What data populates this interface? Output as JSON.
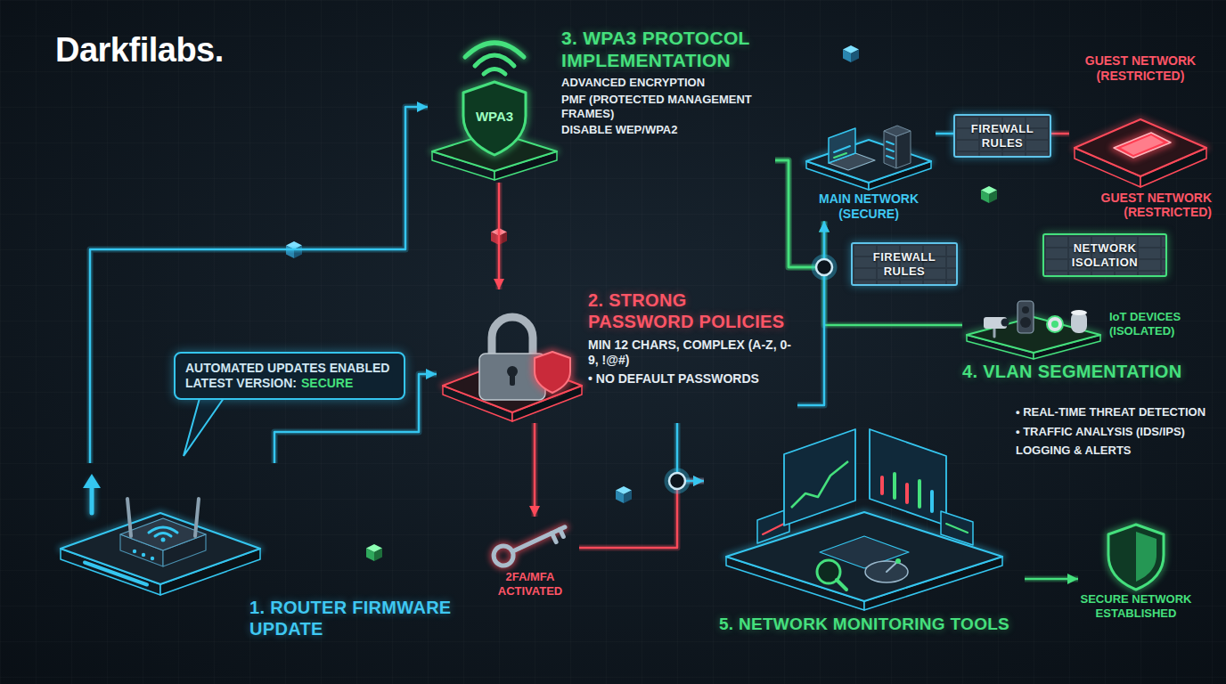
{
  "diagram": {
    "nodes": [
      {
        "text": [
          "1. ROUTER FIRMWARE UPDATE"
        ]
      },
      {
        "text": [
          "AUTOMATED UPDATES ENABLED",
          "LATEST VERSION:",
          "SECURE"
        ]
      },
      {
        "text": [
          "2. STRONG PASSWORD POLICIES",
          "MIN 12 CHARS, COMPLEX (A-Z, 0-9, !@#)",
          "• NO DEFAULT PASSWORDS"
        ]
      },
      {
        "text": [
          "2FA/MFA ACTIVATED"
        ]
      },
      {
        "text": [
          "WPA3",
          "3. WPA3 PROTOCOL IMPLEMENTATION",
          "ADVANCED ENCRYPTION",
          "PMF (PROTECTED MANAGEMENT FRAMES)",
          "DISABLE WEP/WPA2"
        ]
      },
      {
        "text": [
          "MAIN NETWORK (SECURE)"
        ]
      },
      {
        "text": [
          "FIREWALL RULES"
        ]
      },
      {
        "text": [
          "GUEST NETWORK (RESTRICTED)",
          "GUEST NETWORK (RESTRICTED)"
        ]
      },
      {
        "text": [
          "FIREWALL RULES"
        ]
      },
      {
        "text": [
          "NETWORK ISOLATION"
        ]
      },
      {
        "text": [
          "IoT DEVICES (ISOLATED)",
          "4. VLAN SEGMENTATION"
        ]
      },
      {
        "text": [
          "5. NETWORK MONITORING TOOLS"
        ]
      },
      {
        "text": [
          "SECURE NETWORK ESTABLISHED"
        ]
      }
    ],
    "edges": [
      {
        "from": 0,
        "to": 2,
        "arrow": "to"
      },
      {
        "from": 0,
        "to": 4,
        "arrow": "to"
      },
      {
        "from": 4,
        "to": 2,
        "arrow": "to"
      },
      {
        "from": 2,
        "to": 3,
        "arrow": "to"
      },
      {
        "from": 3,
        "to": 11,
        "arrow": "to"
      },
      {
        "from": 2,
        "to": 11,
        "arrow": "to"
      },
      {
        "from": 4,
        "to": 5,
        "arrow": "to"
      },
      {
        "from": 4,
        "to": 10,
        "arrow": "none"
      },
      {
        "from": 2,
        "to": 5,
        "arrow": "to"
      },
      {
        "from": 5,
        "to": 6,
        "arrow": "none"
      },
      {
        "from": 6,
        "to": 7,
        "arrow": "none"
      },
      {
        "from": 11,
        "to": 12,
        "arrow": "to"
      }
    ],
    "labels": [
      "Darkfilabs.",
      "• REAL-TIME THREAT DETECTION",
      "• TRAFFIC ANALYSIS (IDS/IPS)",
      "LOGGING & ALERTS"
    ]
  }
}
